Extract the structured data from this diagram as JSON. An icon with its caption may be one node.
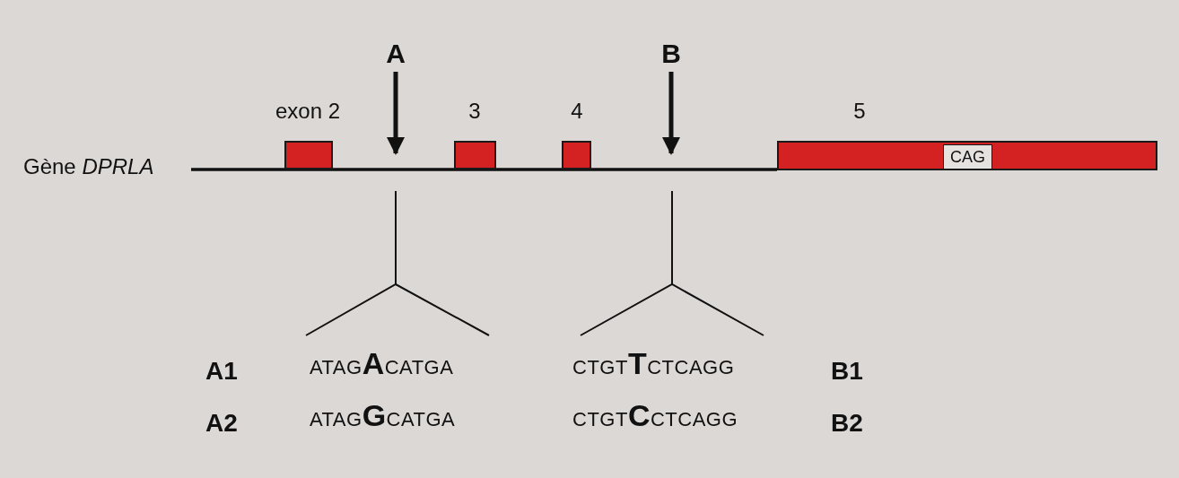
{
  "diagram": {
    "nodes": [
      {
        "text": [
          "exon 2"
        ]
      },
      {
        "text": [
          "A"
        ]
      },
      {
        "text": [
          "3"
        ]
      },
      {
        "text": [
          "4"
        ]
      },
      {
        "text": [
          "B"
        ]
      },
      {
        "text": [
          "5"
        ]
      },
      {
        "text": [
          "CAG"
        ],
        "in": 5
      }
    ],
    "edges": [
      {
        "from": 1,
        "to": null,
        "arrow": "to"
      },
      {
        "from": 4,
        "to": null,
        "arrow": "to"
      }
    ],
    "labels": [
      "Gène *DPRLA*",
      "A1",
      "ATAG**A**CATGA",
      "CTGT**T**CTCAGG",
      "B1",
      "A2",
      "ATAG**G**CATGA",
      "CTGT**C**CTCAGG",
      "B2"
    ]
  }
}
